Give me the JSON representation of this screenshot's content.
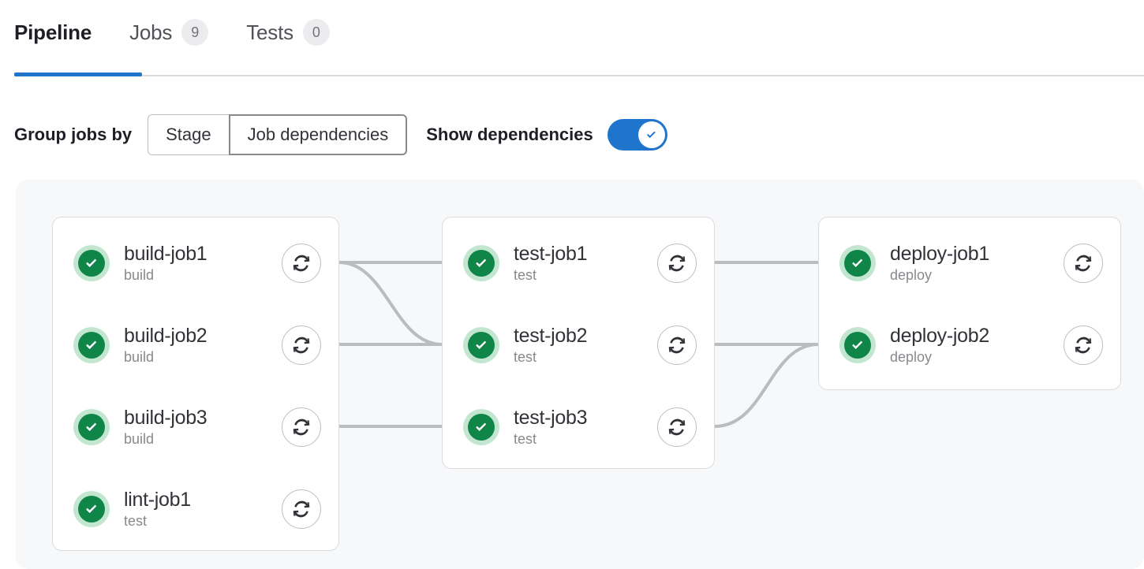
{
  "tabs": [
    {
      "label": "Pipeline",
      "badge": null,
      "active": true,
      "name": "tab-pipeline"
    },
    {
      "label": "Jobs",
      "badge": "9",
      "active": false,
      "name": "tab-jobs"
    },
    {
      "label": "Tests",
      "badge": "0",
      "active": false,
      "name": "tab-tests"
    }
  ],
  "controls": {
    "group_label": "Group jobs by",
    "segments": [
      {
        "label": "Stage",
        "selected": false
      },
      {
        "label": "Job dependencies",
        "selected": true
      }
    ],
    "toggle_label": "Show dependencies",
    "toggle_on": true,
    "toggle_icon": "check-icon"
  },
  "graph": {
    "retry_icon": "retry-icon",
    "status_icon": "status-success-icon",
    "stages": [
      {
        "name": "build-stage-card",
        "jobs": [
          {
            "name": "build-job1",
            "stage": "build",
            "status": "success"
          },
          {
            "name": "build-job2",
            "stage": "build",
            "status": "success"
          },
          {
            "name": "build-job3",
            "stage": "build",
            "status": "success"
          },
          {
            "name": "lint-job1",
            "stage": "test",
            "status": "success"
          }
        ]
      },
      {
        "name": "test-stage-card",
        "jobs": [
          {
            "name": "test-job1",
            "stage": "test",
            "status": "success"
          },
          {
            "name": "test-job2",
            "stage": "test",
            "status": "success"
          },
          {
            "name": "test-job3",
            "stage": "test",
            "status": "success"
          }
        ]
      },
      {
        "name": "deploy-stage-card",
        "jobs": [
          {
            "name": "deploy-job1",
            "stage": "deploy",
            "status": "success"
          },
          {
            "name": "deploy-job2",
            "stage": "deploy",
            "status": "success"
          }
        ]
      }
    ]
  },
  "colors": {
    "accent_blue": "#1f75cb",
    "status_green": "#108548",
    "status_green_halo": "#c3e6d1",
    "connector_gray": "#bbbcc0",
    "panel_bg": "#f7f8fa",
    "card_border": "#dcdcde"
  }
}
